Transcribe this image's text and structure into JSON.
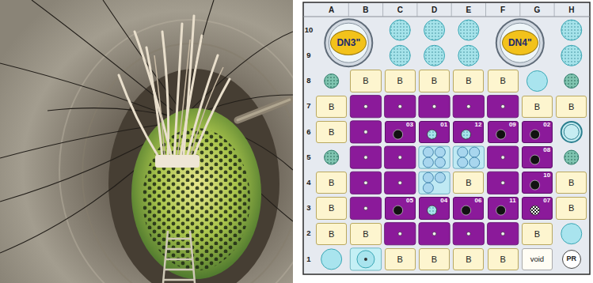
{
  "diagram": {
    "nodes": [
      {
        "text": [
          "DN3\""
        ]
      },
      {
        "text": [
          "DN4\""
        ]
      },
      {
        "text": [
          "B"
        ]
      },
      {
        "text": [
          "B"
        ]
      },
      {
        "text": [
          "B"
        ]
      },
      {
        "text": [
          "B"
        ]
      },
      {
        "text": [
          "B"
        ]
      },
      {
        "text": [
          "B"
        ]
      },
      {
        "text": [
          "B"
        ]
      },
      {
        "text": [
          "B"
        ]
      },
      {
        "text": [
          "B"
        ]
      },
      {
        "text": [
          "03"
        ]
      },
      {
        "text": [
          "01"
        ]
      },
      {
        "text": [
          "12"
        ]
      },
      {
        "text": [
          "09"
        ]
      },
      {
        "text": [
          "02"
        ]
      },
      {
        "text": [
          "08"
        ]
      },
      {
        "text": [
          "B"
        ]
      },
      {
        "text": [
          "B"
        ]
      },
      {
        "text": [
          "10"
        ]
      },
      {
        "text": [
          "B"
        ]
      },
      {
        "text": [
          "B"
        ]
      },
      {
        "text": [
          "05"
        ]
      },
      {
        "text": [
          "04"
        ]
      },
      {
        "text": [
          "06"
        ]
      },
      {
        "text": [
          "11"
        ]
      },
      {
        "text": [
          "07"
        ]
      },
      {
        "text": [
          "B"
        ]
      },
      {
        "text": [
          "B"
        ]
      },
      {
        "text": [
          "B"
        ]
      },
      {
        "text": [
          "B"
        ]
      },
      {
        "text": [
          "B"
        ]
      },
      {
        "text": [
          "B"
        ]
      },
      {
        "text": [
          "B"
        ]
      },
      {
        "text": [
          "B"
        ]
      },
      {
        "text": [
          "void"
        ]
      },
      {
        "text": [
          "PR"
        ]
      }
    ],
    "edges": [],
    "labels": [
      "A",
      "B",
      "C",
      "D",
      "E",
      "F",
      "G",
      "H",
      "10",
      "9",
      "8",
      "7",
      "6",
      "5",
      "4",
      "3",
      "2",
      "1"
    ]
  }
}
